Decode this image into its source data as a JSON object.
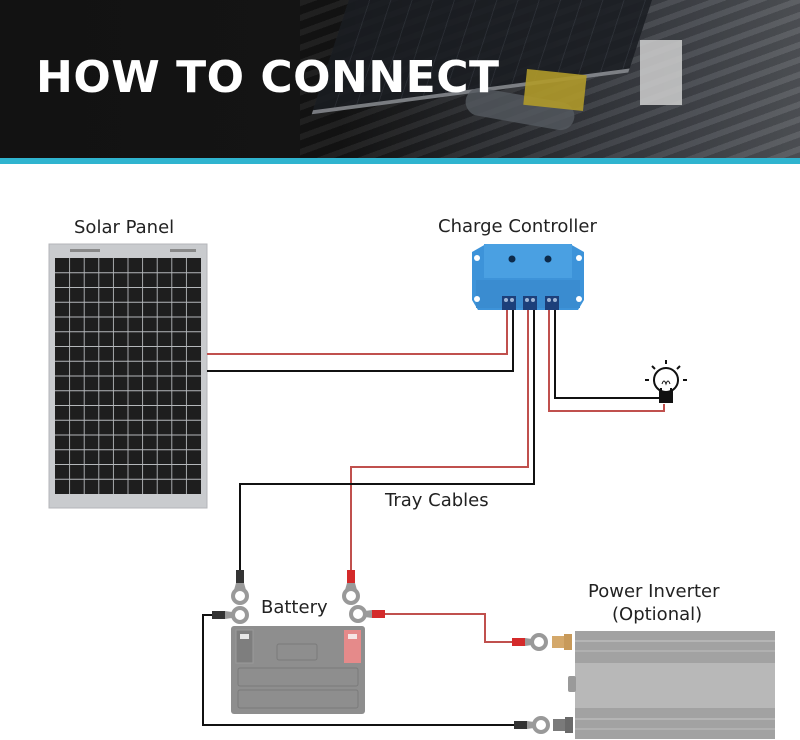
{
  "banner": {
    "title": "HOW TO CONNECT",
    "accent_color": "#2fb4cf"
  },
  "components": {
    "solar_panel": {
      "label": "Solar Panel",
      "icon": "solar-panel-icon"
    },
    "charge_controller": {
      "label": "Charge Controller",
      "icon": "charge-controller-icon",
      "color": "#3a8fd6"
    },
    "load": {
      "icon": "light-bulb-icon"
    },
    "battery": {
      "label": "Battery",
      "icon": "battery-icon"
    },
    "inverter": {
      "label_line1": "Power Inverter",
      "label_line2": "(Optional)",
      "icon": "power-inverter-icon"
    }
  },
  "cables": {
    "label": "Tray Cables",
    "positive_color": "#c0504d",
    "negative_color": "#111111"
  }
}
